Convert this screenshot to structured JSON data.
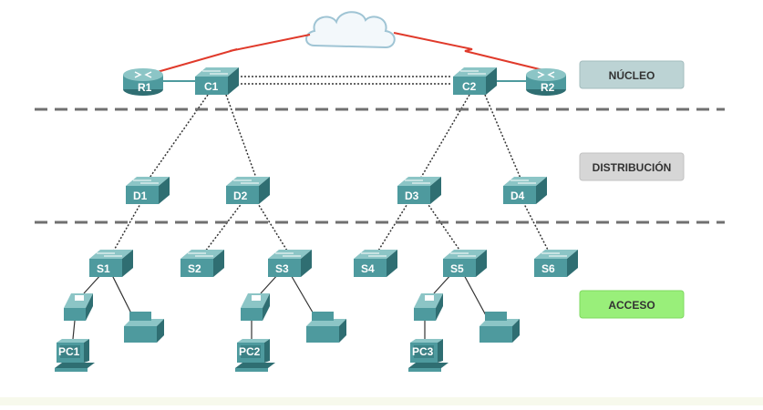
{
  "layers": {
    "core": {
      "label": "NÚCLEO",
      "color": "#bcd3d4",
      "border": "#a3bcbe"
    },
    "distribution": {
      "label": "DISTRIBUCIÓN",
      "color": "#d6d6d6",
      "border": "#c2c2c2"
    },
    "access": {
      "label": "ACCESO",
      "color": "#99ef7a",
      "border": "#7fd860"
    }
  },
  "core_devices": {
    "r1": "R1",
    "c1": "C1",
    "c2": "C2",
    "r2": "R2"
  },
  "distribution_devices": {
    "d1": "D1",
    "d2": "D2",
    "d3": "D3",
    "d4": "D4"
  },
  "access_devices": {
    "s1": "S1",
    "s2": "S2",
    "s3": "S3",
    "s4": "S4",
    "s5": "S5",
    "s6": "S6"
  },
  "pcs": {
    "pc1": "PC1",
    "pc2": "PC2",
    "pc3": "PC3"
  },
  "colors": {
    "device_face": "#4e9a9e",
    "device_top": "#8cc5c6",
    "device_side": "#2f6e72",
    "wan_link": "#e03a2b",
    "divider": "#707070",
    "dotted_link": "#333333"
  },
  "icons": {
    "cloud": "cloud-icon",
    "router": "router-icon",
    "switch": "switch-icon",
    "ip_phone": "ip-phone-icon",
    "printer": "printer-icon",
    "pc": "pc-icon"
  }
}
